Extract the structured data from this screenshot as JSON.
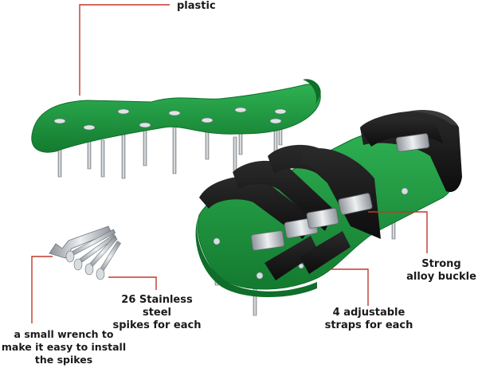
{
  "labels": {
    "plastic": "plastic",
    "buckle": "Strong\nalloy buckle",
    "straps": "4 adjustable\nstraps for each",
    "spikes": "26 Stainless steel\nspikes for each",
    "wrench": "a small wrench to\nmake it easy to install\nthe spikes"
  },
  "colors": {
    "plastic_green": "#1f9a3f",
    "plastic_dark": "#0f6e2a",
    "strap_black": "#1b1b1b",
    "metal": "#c8ccd0",
    "callout_red": "#c0392b",
    "background": "#ffffff"
  },
  "product": {
    "pieces": [
      "left-sandal",
      "right-sandal",
      "small-wrench",
      "spare-spikes"
    ]
  }
}
